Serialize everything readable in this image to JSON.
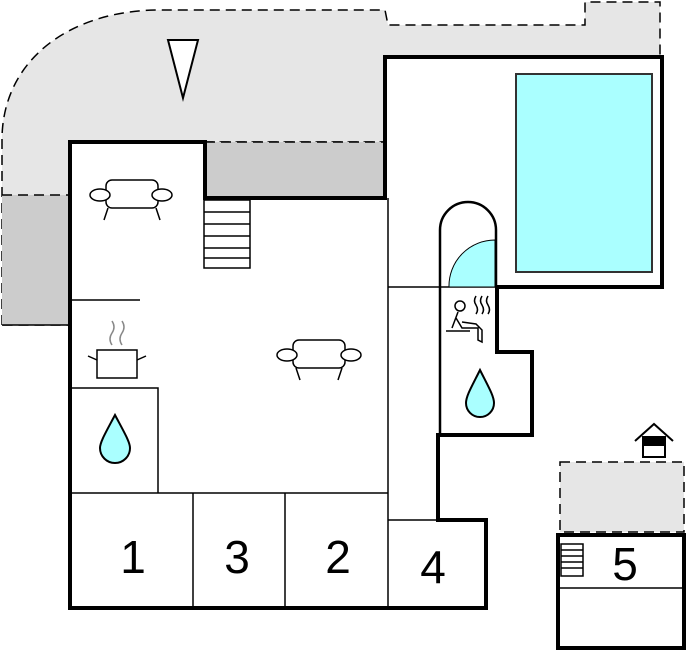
{
  "title": "Floor plan",
  "rooms": [
    {
      "label": "1",
      "type": "bedroom"
    },
    {
      "label": "3",
      "type": "bedroom"
    },
    {
      "label": "2",
      "type": "bedroom"
    },
    {
      "label": "4",
      "type": "bedroom"
    },
    {
      "label": "5",
      "type": "bedroom"
    }
  ],
  "icons": [
    "north-arrow-icon",
    "sofa-icon",
    "stairs-icon",
    "kitchen-pot-icon",
    "water-drop-icon",
    "sauna-icon",
    "pool",
    "house-icon"
  ],
  "colors": {
    "pool": "#aaffff",
    "terrace": "#e6e6e6",
    "covered": "#cccccc",
    "wall": "#000000"
  }
}
